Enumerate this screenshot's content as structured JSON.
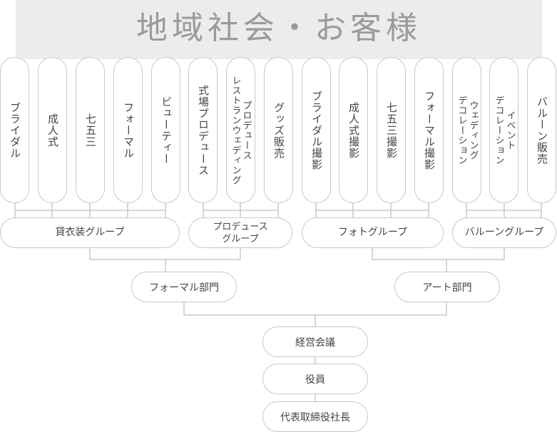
{
  "header": {
    "title": "地域社会・お客様"
  },
  "services": [
    {
      "label": "ブライダル"
    },
    {
      "label": "成人式"
    },
    {
      "label": "七五三"
    },
    {
      "label": "フォーマル"
    },
    {
      "label": "ビューティー"
    },
    {
      "label": "式場プロデュース"
    },
    {
      "label": "プロデュース\nレストランウェディング"
    },
    {
      "label": "グッズ販売"
    },
    {
      "label": "ブライダル撮影"
    },
    {
      "label": "成人式撮影"
    },
    {
      "label": "七五三撮影"
    },
    {
      "label": "フォーマル撮影"
    },
    {
      "label": "ウェディング\nデコレーション"
    },
    {
      "label": "イベント\nデコレーション"
    },
    {
      "label": "バルーン販売"
    }
  ],
  "groups": [
    {
      "label": "貸衣装グループ"
    },
    {
      "label": "プロデュース\nグループ"
    },
    {
      "label": "フォトグループ"
    },
    {
      "label": "バルーングループ"
    }
  ],
  "divisions": [
    {
      "label": "フォーマル部門"
    },
    {
      "label": "アート部門"
    }
  ],
  "management": [
    {
      "label": "経営会議"
    },
    {
      "label": "役員"
    },
    {
      "label": "代表取締役社長"
    }
  ]
}
